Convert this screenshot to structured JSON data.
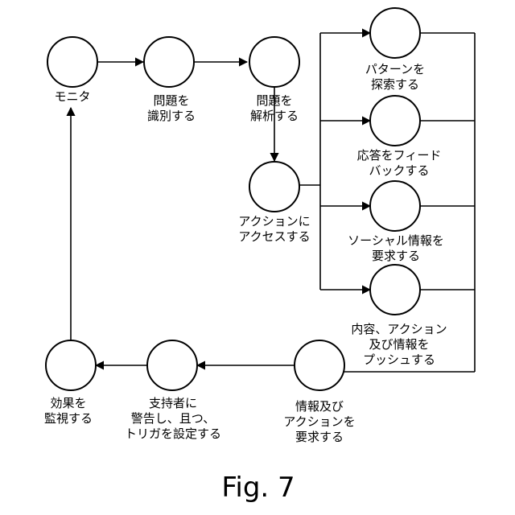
{
  "figure_label": "Fig. 7",
  "nodes": {
    "monitor": [
      "モニタ"
    ],
    "identify": [
      "問題を",
      "識別する"
    ],
    "analyze": [
      "問題を",
      "解析する"
    ],
    "access_action": [
      "アクションに",
      "アクセスする"
    ],
    "explore_pattern": [
      "パターンを",
      "探索する"
    ],
    "feedback": [
      "応答をフィード",
      "バックする"
    ],
    "request_social": [
      "ソーシャル情報を",
      "要求する"
    ],
    "push_content": [
      "内容、アクション",
      "及び情報を",
      "プッシュする"
    ],
    "request_info_action": [
      "情報及び",
      "アクションを",
      "要求する"
    ],
    "alert_trigger": [
      "支持者に",
      "警告し、且つ、",
      "トリガを設定する"
    ],
    "monitor_effect": [
      "効果を",
      "監視する"
    ]
  },
  "colors": {
    "stroke": "#000000",
    "background": "#ffffff"
  }
}
